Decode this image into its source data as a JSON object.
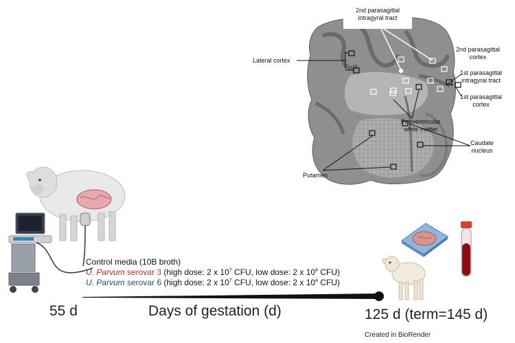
{
  "brain": {
    "labels": {
      "intragyral2_l1": "2nd parasagittal",
      "intragyral2_l2": "intragyral tract",
      "lateral_cortex": "Lateral cortex",
      "cortex2_l1": "2nd parasagittal",
      "cortex2_l2": "cortex",
      "intragyral1_l1": "1st parasagittal",
      "intragyral1_l2": "intragyral tract",
      "cortex1_l1": "1st parasagittal",
      "cortex1_l2": "cortex",
      "pwm_l1": "Periventricular",
      "pwm_l2": "white matter",
      "caudate_l1": "Caudate",
      "caudate_l2": "nucleus",
      "putamen": "Putamen"
    }
  },
  "treatment": {
    "control": "Control media (10B broth)",
    "sv3_species": "U. Parvum",
    "sv3_serovar": " serovar 3",
    "sv3_dose_a": " (high dose: 2 x 10",
    "sv3_dose_exp_high": "7",
    "sv3_dose_b": " CFU, low dose: 2 x 10",
    "sv3_dose_exp_low": "4",
    "sv3_dose_c": " CFU)",
    "sv6_species": "U. Parvum",
    "sv6_serovar": " serovar 6",
    "sv6_dose_a": " (high dose: 2 x 10",
    "sv6_dose_exp_high": "7",
    "sv6_dose_b": " CFU, low dose: 2 x 10",
    "sv6_dose_exp_low": "4",
    "sv6_dose_c": " CFU)"
  },
  "timeline": {
    "start": "55 d",
    "axis_label": "Days of gestation (d)",
    "end": "125 d (term=145 d)"
  },
  "credit": "Created in BioRender",
  "colors": {
    "serovar3": "#b0312b",
    "serovar6": "#1f4f7a",
    "timeline": "#111111",
    "blood": "#8b0e12"
  },
  "icons": [
    "sheep-icon",
    "ultrasound-machine-icon",
    "lamb-icon",
    "brain-slide-icon",
    "blood-tube-icon"
  ]
}
